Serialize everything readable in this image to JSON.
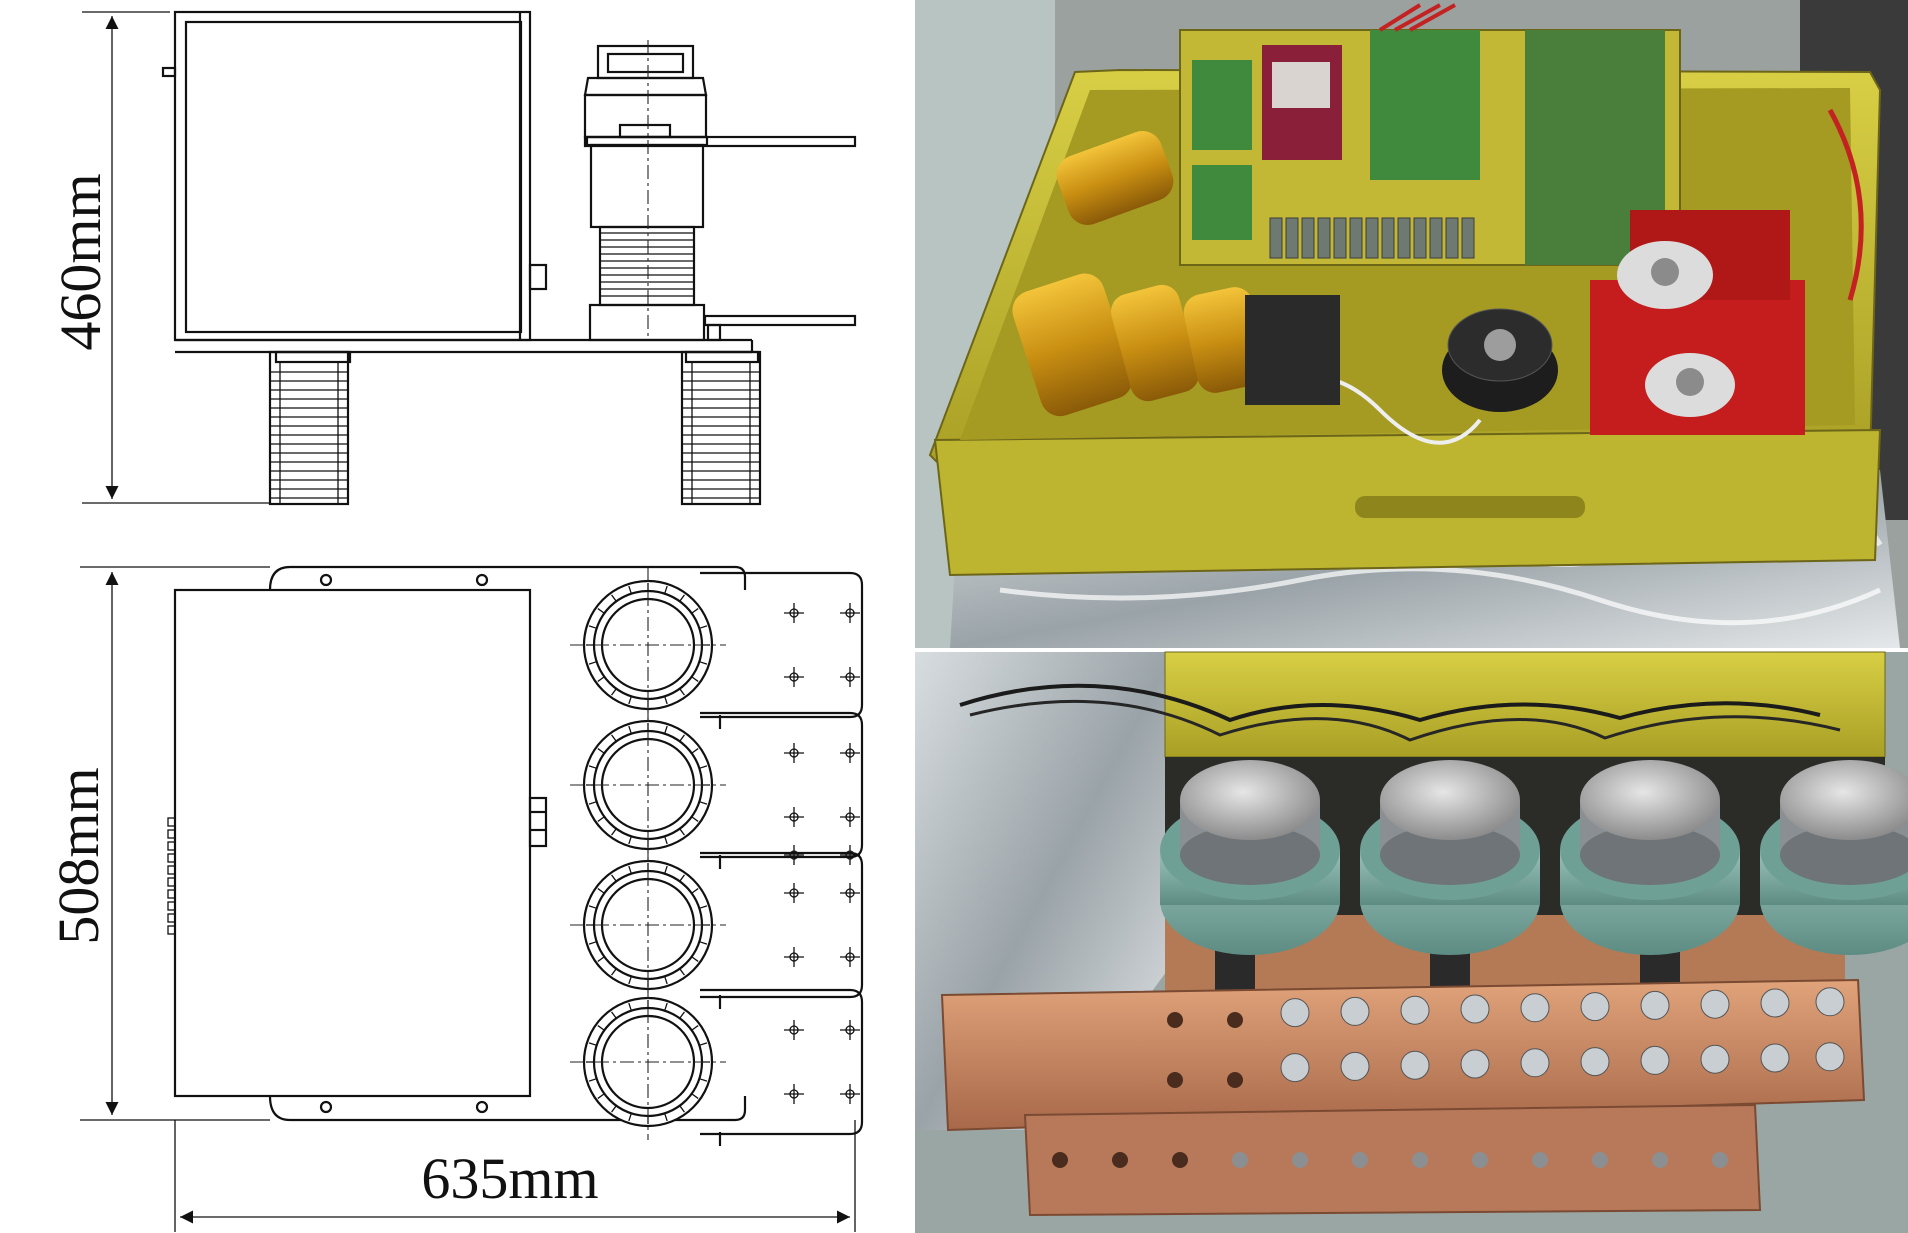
{
  "dimensions": {
    "height_side_view": "460mm",
    "depth_top_view": "508mm",
    "width_top_view": "635mm"
  },
  "colors": {
    "line": "#111111",
    "enclosure_yellow": "#c9c03a",
    "pcb_green": "#3f8a3c",
    "resistor_gold": "#d7a11f",
    "capacitor_red": "#c51d1d",
    "copper": "#c98a5c",
    "insulator_teal": "#7fb0a6",
    "background": "#ffffff"
  },
  "photos": {
    "top": {
      "content": "enclosure-interior-photo"
    },
    "bottom": {
      "content": "rectifier-stack-photo",
      "disc_count": 4
    }
  }
}
